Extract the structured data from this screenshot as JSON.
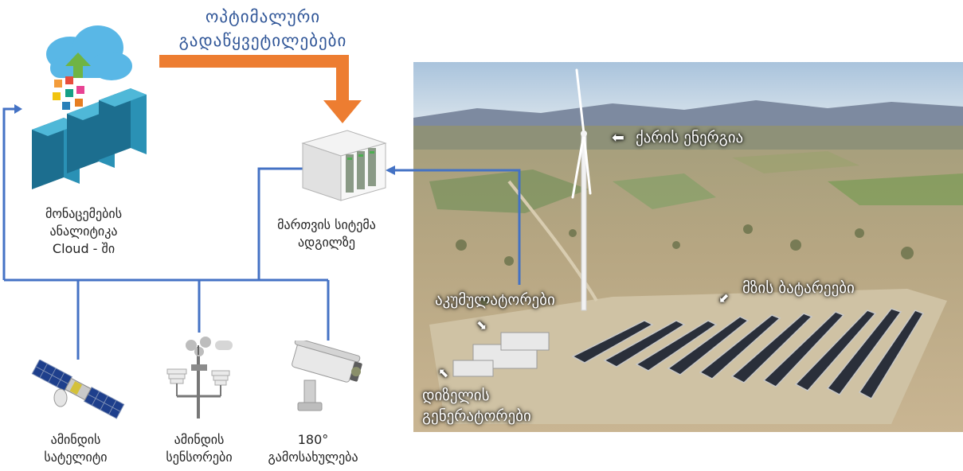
{
  "decisions_label": [
    "ოპტიმალური",
    "გადაწყვეტილებები"
  ],
  "cloud_label": [
    "მონაცემების",
    "ანალიტიკა",
    "Cloud - ში"
  ],
  "control_label": [
    "მართვის სიტემა",
    "ადგილზე"
  ],
  "satellite_label": [
    "ამინდის",
    "სატელიტი"
  ],
  "sensors_label": [
    "ამინდის",
    "სენსორები"
  ],
  "camera_label": [
    "180°",
    "გამოსახულება"
  ],
  "photo_labels": {
    "wind": "ქარის ენერგია",
    "accumulators": "აკუმულატორები",
    "solar": "მზის ბატარეები",
    "diesel": [
      "დიზელის",
      "გენერატორები"
    ]
  },
  "colors": {
    "connector": "#4472c4",
    "decision_arrow": "#ed7d31",
    "title": "#2f5597"
  }
}
